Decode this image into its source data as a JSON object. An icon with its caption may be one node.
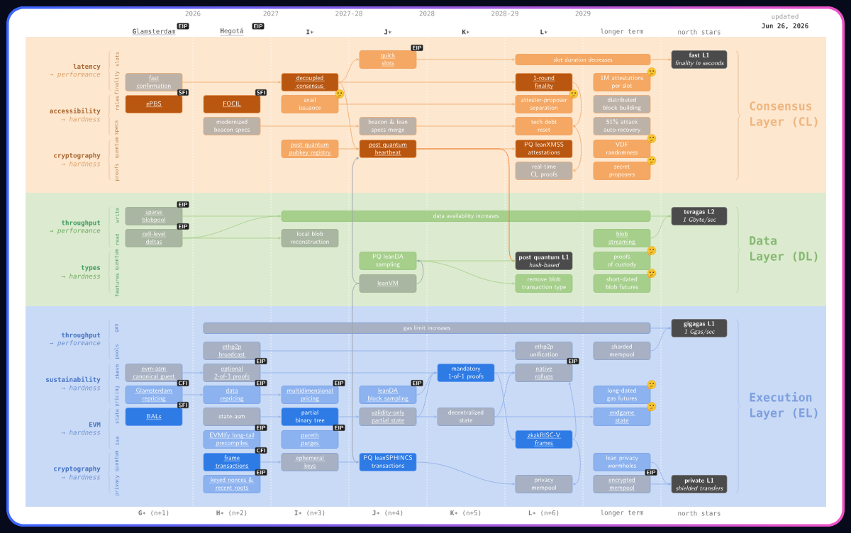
{
  "diagram": {
    "nodes": [
      {
        "text": [
          "Consensus Layer (CL)"
        ]
      },
      {
        "text": [
          "fast confirmation"
        ],
        "in": 0
      },
      {
        "text": [
          "ePBS"
        ],
        "beside": [
          "SFI"
        ],
        "in": 0
      },
      {
        "text": [
          "FOCIL"
        ],
        "beside": [
          "SFI"
        ],
        "in": 0
      },
      {
        "text": [
          "modernized beacon specs"
        ],
        "in": 0
      },
      {
        "text": [
          "quick slots"
        ],
        "beside": [
          "EIP"
        ],
        "in": 0
      },
      {
        "text": [
          "decoupled consensus"
        ],
        "in": 0
      },
      {
        "text": [
          "snail issuance"
        ],
        "in": 0
      },
      {
        "text": [
          "beacon & lean specs merge"
        ],
        "in": 0
      },
      {
        "text": [
          "post quantum pubkey registry"
        ],
        "in": 0
      },
      {
        "text": [
          "post quantum heartbeat"
        ],
        "in": 0
      },
      {
        "text": [
          "slot duration decreases"
        ],
        "in": 0
      },
      {
        "text": [
          "1-round finality"
        ],
        "in": 0
      },
      {
        "text": [
          "attester-proposer separation"
        ],
        "in": 0
      },
      {
        "text": [
          "tech debt reset"
        ],
        "in": 0
      },
      {
        "text": [
          "PQ leanXMSS attestations"
        ],
        "in": 0
      },
      {
        "text": [
          "real-time CL proofs"
        ],
        "in": 0
      },
      {
        "text": [
          "fast L1",
          "finality in seconds"
        ],
        "in": 0
      },
      {
        "text": [
          "1M attestations per slot"
        ],
        "in": 0
      },
      {
        "text": [
          "distributed block building"
        ],
        "in": 0
      },
      {
        "text": [
          "51% attack auto-recovery"
        ],
        "in": 0
      },
      {
        "text": [
          "VDF randomness"
        ],
        "in": 0
      },
      {
        "text": [
          "secret proposers"
        ],
        "in": 0
      },
      {
        "text": [
          "Data Layer (DL)"
        ]
      },
      {
        "text": [
          "sparse blobpool"
        ],
        "beside": [
          "EIP"
        ],
        "in": 23
      },
      {
        "text": [
          "cell-level deltas"
        ],
        "beside": [
          "EIP"
        ],
        "in": 23
      },
      {
        "text": [
          "data availability increases"
        ],
        "in": 23
      },
      {
        "text": [
          "local blob reconstruction"
        ],
        "in": 23
      },
      {
        "text": [
          "PQ leanDA sampling"
        ],
        "in": 23
      },
      {
        "text": [
          "leanVM"
        ],
        "in": 23
      },
      {
        "text": [
          "post quantum L1",
          "hash-based"
        ],
        "in": 23
      },
      {
        "text": [
          "remove blob transaction type"
        ],
        "in": 23
      },
      {
        "text": [
          "blob streaming"
        ],
        "in": 23
      },
      {
        "text": [
          "proofs of custody"
        ],
        "in": 23
      },
      {
        "text": [
          "short-dated blob futures"
        ],
        "in": 23
      },
      {
        "text": [
          "teragas L2",
          "1 Gbyte/sec"
        ],
        "in": 23
      },
      {
        "text": [
          "Execution Layer (EL)"
        ]
      },
      {
        "text": [
          "evm-asm canonical guest"
        ],
        "in": 36
      },
      {
        "text": [
          "Glamsterdam repricing"
        ],
        "beside": [
          "CFI"
        ],
        "in": 36
      },
      {
        "text": [
          "BALs"
        ],
        "beside": [
          "SFI"
        ],
        "in": 36
      },
      {
        "text": [
          "gas limit increases"
        ],
        "in": 36
      },
      {
        "text": [
          "ethp2p broadcast"
        ],
        "in": 36
      },
      {
        "text": [
          "optional 2-of-3 proofs"
        ],
        "beside": [
          "EIP"
        ],
        "in": 36
      },
      {
        "text": [
          "data repricing"
        ],
        "beside": [
          "EIP"
        ],
        "in": 36
      },
      {
        "text": [
          "state-asm"
        ],
        "in": 36
      },
      {
        "text": [
          "EVMify long-tail precompiles"
        ],
        "beside": [
          "EIP"
        ],
        "in": 36
      },
      {
        "text": [
          "frame transactions"
        ],
        "beside": [
          "CFI"
        ],
        "in": 36
      },
      {
        "text": [
          "keyed nonces & recent roots"
        ],
        "beside": [
          "EIP"
        ],
        "in": 36
      },
      {
        "text": [
          "multidimensional pricing"
        ],
        "beside": [
          "EIP"
        ],
        "in": 36
      },
      {
        "text": [
          "partial binary tree"
        ],
        "in": 36
      },
      {
        "text": [
          "pureth purges"
        ],
        "beside": [
          "EIP"
        ],
        "in": 36
      },
      {
        "text": [
          "ephemeral keys"
        ],
        "in": 36
      },
      {
        "text": [
          "leanDA block sampling"
        ],
        "beside": [
          "EIP"
        ],
        "in": 36
      },
      {
        "text": [
          "validity-only partial state"
        ],
        "in": 36
      },
      {
        "text": [
          "PQ leanSPHINCS transactions"
        ],
        "in": 36
      },
      {
        "text": [
          "mandatory 1-of-1 proofs"
        ],
        "in": 36
      },
      {
        "text": [
          "decentralized state"
        ],
        "in": 36
      },
      {
        "text": [
          "ethp2p unification"
        ],
        "in": 36
      },
      {
        "text": [
          "native rollups"
        ],
        "beside": [
          "EIP"
        ],
        "in": 36
      },
      {
        "text": [
          "zkzkRISC-V frames"
        ],
        "in": 36
      },
      {
        "text": [
          "privacy mempool"
        ],
        "in": 36
      },
      {
        "text": [
          "sharded mempool"
        ],
        "in": 36
      },
      {
        "text": [
          "long-dated gas futures"
        ],
        "in": 36
      },
      {
        "text": [
          "endgame state"
        ],
        "in": 36
      },
      {
        "text": [
          "lean privacy wormholes"
        ],
        "in": 36
      },
      {
        "text": [
          "encrypted mempool"
        ],
        "beside": [
          "EIP"
        ],
        "in": 36
      },
      {
        "text": [
          "gigagas L1",
          "1 Ggas/sec"
        ],
        "in": 36
      },
      {
        "text": [
          "private L1",
          "shielded transfers"
        ],
        "in": 36
      }
    ],
    "edges": [
      {
        "from": 1,
        "to": 6,
        "arrow": "to",
        "color": "#f0ae6f"
      },
      {
        "from": 6,
        "to": 5,
        "arrow": "to",
        "color": "#f0ae6f"
      },
      {
        "from": 6,
        "to": 12,
        "arrow": "to",
        "color": "#f0ae6f"
      },
      {
        "from": 6,
        "to": 10,
        "arrow": "to",
        "color": "#f0ae6f"
      },
      {
        "from": 7,
        "to": 13,
        "arrow": "to",
        "color": "#f0ae6f"
      },
      {
        "from": 4,
        "to": 8,
        "arrow": "to",
        "color": "#f0ae6f"
      },
      {
        "from": 8,
        "to": 14,
        "arrow": "to",
        "color": "#f0ae6f"
      },
      {
        "from": 9,
        "to": 10,
        "arrow": "to",
        "color": "#f0ae6f"
      },
      {
        "from": 10,
        "to": 15,
        "arrow": "to",
        "color": "#f0ae6f"
      },
      {
        "from": 5,
        "to": 11,
        "arrow": "to",
        "color": "#f0ae6f"
      },
      {
        "from": 11,
        "to": 17,
        "arrow": "to",
        "color": "#f0ae6f"
      },
      {
        "from": 12,
        "to": 14,
        "arrow": "to",
        "color": "#f0ae6f"
      },
      {
        "from": 14,
        "to": 16,
        "arrow": "to",
        "color": "#f0ae6f"
      },
      {
        "from": 10,
        "to": 30,
        "arrow": "to",
        "color": "#f47b2a"
      },
      {
        "from": 24,
        "to": 26,
        "arrow": "to",
        "color": "#a8cf90"
      },
      {
        "from": 25,
        "to": 26,
        "arrow": "to",
        "color": "#a8cf90"
      },
      {
        "from": 25,
        "to": 27,
        "arrow": "to",
        "color": "#a8cf90"
      },
      {
        "from": 26,
        "to": 35,
        "arrow": "to",
        "color": "#a8cf90"
      },
      {
        "from": 32,
        "to": 35,
        "arrow": "to",
        "color": "#a8cf90"
      },
      {
        "from": 28,
        "to": 30,
        "arrow": "to",
        "color": "#a8cf90"
      },
      {
        "from": 28,
        "to": 31,
        "arrow": "to",
        "color": "#a8cf90"
      },
      {
        "from": 29,
        "to": 28,
        "arrow": "to",
        "color": "#9ba4ae"
      },
      {
        "from": 29,
        "to": 10,
        "arrow": "to",
        "color": "#9ba4ae"
      },
      {
        "from": 29,
        "to": 54,
        "arrow": "to",
        "color": "#9ba4ae"
      },
      {
        "from": 40,
        "to": 66,
        "arrow": "to"
      },
      {
        "from": 61,
        "to": 66,
        "arrow": "to"
      },
      {
        "from": 41,
        "to": 57,
        "arrow": "to"
      },
      {
        "from": 37,
        "to": 42,
        "arrow": "to"
      },
      {
        "from": 38,
        "to": 43,
        "arrow": "to"
      },
      {
        "from": 43,
        "to": 48,
        "arrow": "to"
      },
      {
        "from": 44,
        "to": 49,
        "arrow": "to"
      },
      {
        "from": 46,
        "to": 51,
        "arrow": "to"
      },
      {
        "from": 49,
        "to": 53,
        "arrow": "to"
      },
      {
        "from": 53,
        "to": 56,
        "arrow": "to"
      },
      {
        "from": 56,
        "to": 63,
        "arrow": "to"
      },
      {
        "from": 42,
        "to": 55,
        "arrow": "to"
      },
      {
        "from": 52,
        "to": 55,
        "arrow": "to"
      },
      {
        "from": 53,
        "to": 55,
        "arrow": "to"
      },
      {
        "from": 55,
        "to": 58,
        "arrow": "to"
      },
      {
        "from": 55,
        "to": 59,
        "arrow": "to"
      },
      {
        "from": 56,
        "to": 58,
        "arrow": "to"
      },
      {
        "from": 59,
        "to": 58,
        "arrow": "to"
      },
      {
        "from": 59,
        "to": 60,
        "arrow": "to"
      },
      {
        "from": 51,
        "to": 54,
        "arrow": "to"
      },
      {
        "from": 54,
        "to": 60,
        "arrow": "to"
      },
      {
        "from": 64,
        "to": 67,
        "arrow": "to"
      },
      {
        "from": 65,
        "to": 67,
        "arrow": "to"
      }
    ],
    "labels": [
      "2026",
      "2027",
      "2027-28",
      "2028",
      "2028-29",
      "2029",
      "updated",
      "Jun 26, 2026",
      "**G**lamsterdam",
      "EIP",
      "**H**egotá",
      "EIP",
      "**I**∗",
      "**J**∗",
      "**K**∗",
      "**L**∗",
      "longer term",
      "north stars",
      "latency",
      "→ performance",
      "slots",
      "finality",
      "accessibility",
      "→ hardness",
      "roles",
      "specs",
      "cryptography",
      "→ hardness",
      "quantum",
      "proofs",
      "throughput",
      "→ performance",
      "write",
      "read",
      "types",
      "→ hardness",
      "quantum",
      "features",
      "throughput",
      "→ performance",
      "gas",
      "pools",
      "sustainability",
      "→ hardness",
      "zkevm",
      "pricing",
      "EVM",
      "→ hardness",
      "state",
      "isa",
      "cryptography",
      "→ hardness",
      "quantum",
      "privacy",
      "**G**∗ (n+1)",
      "**H**∗ (n+2)",
      "**I**∗ (n+3)",
      "**J**∗ (n+4)",
      "**K**∗ (n+5)",
      "**L**∗ (n+6)",
      "longer term",
      "north stars"
    ]
  }
}
